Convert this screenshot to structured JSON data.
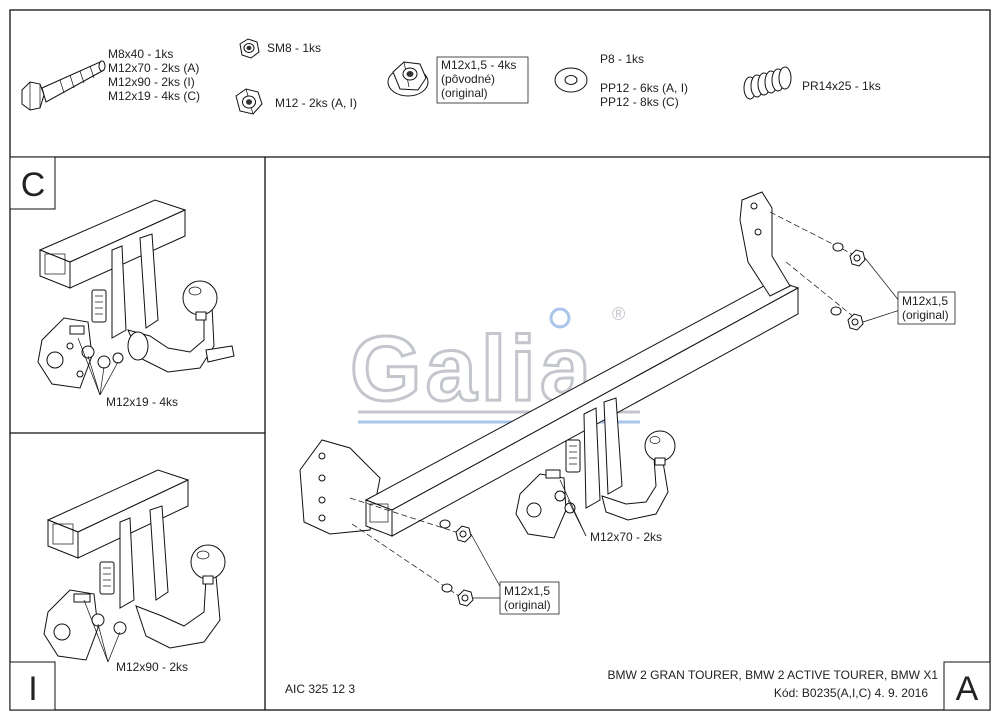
{
  "parts": {
    "bolt": [
      "M8x40 - 1ks",
      "M12x70 - 2ks (A)",
      "M12x90 - 2ks (I)",
      "M12x19 - 4ks (C)"
    ],
    "sm8": "SM8 - 1ks",
    "m12": "M12 - 2ks (A, I)",
    "m12x15": [
      "M12x1,5 - 4ks",
      "(pôvodné)",
      "(original)"
    ],
    "p8": "P8 - 1ks",
    "pp12": [
      "PP12 - 6ks (A, I)",
      "PP12 - 8ks (C)"
    ],
    "pr": "PR14x25 - 1ks"
  },
  "panels": {
    "c": {
      "letter": "C",
      "label": "M12x19 - 4ks"
    },
    "i": {
      "letter": "I",
      "label": "M12x90 - 2ks"
    },
    "a": {
      "letter": "A",
      "label_m12x70": "M12x70 - 2ks",
      "callout_top": [
        "M12x1,5",
        "(original)"
      ],
      "callout_bottom": [
        "M12x1,5",
        "(original)"
      ]
    }
  },
  "logo": {
    "text": "Galia",
    "mark": "®",
    "color": "#b9bcc2",
    "accent": "#a9c6ea"
  },
  "footer": {
    "code": "AIC 325 12 3",
    "models": "BMW 2 GRAN TOURER, BMW 2 ACTIVE TOURER, BMW X1",
    "kod": "Kód: B0235(A,I,C)  4. 9. 2016"
  }
}
